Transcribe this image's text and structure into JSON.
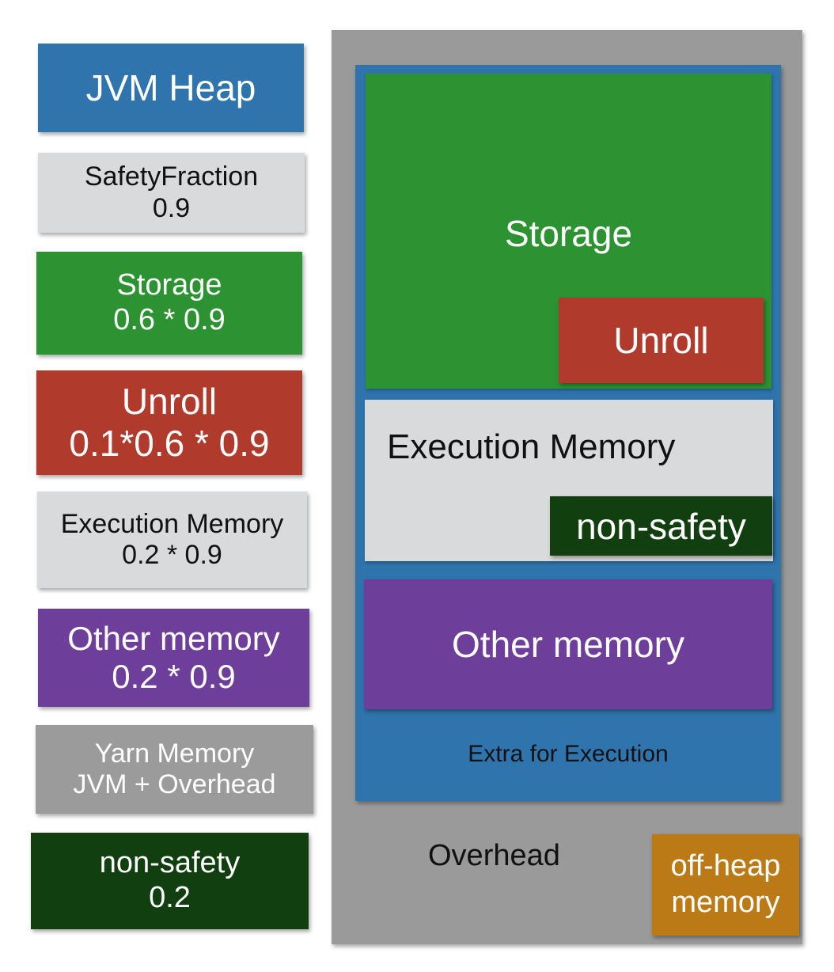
{
  "legend": {
    "jvm_heap": {
      "line1": "JVM Heap",
      "color": "#2f74ad"
    },
    "safety_fraction": {
      "line1": "SafetyFraction",
      "line2": "0.9",
      "color": "#d9dadc"
    },
    "storage": {
      "line1": "Storage",
      "line2": "0.6 * 0.9",
      "color": "#2d9332"
    },
    "unroll": {
      "line1": "Unroll",
      "line2": "0.1*0.6 * 0.9",
      "color": "#b03a2c"
    },
    "execution_memory": {
      "line1": "Execution Memory",
      "line2": "0.2 * 0.9",
      "color": "#d9dadc"
    },
    "other_memory": {
      "line1": "Other memory",
      "line2": "0.2 * 0.9",
      "color": "#6e3e9b"
    },
    "yarn_memory": {
      "line1": "Yarn Memory",
      "line2": "JVM + Overhead",
      "color": "#9a9b9a"
    },
    "non_safety": {
      "line1": "non-safety",
      "line2": "0.2",
      "color": "#123f10"
    }
  },
  "diagram": {
    "storage": "Storage",
    "unroll": "Unroll",
    "execution_memory": "Execution Memory",
    "non_safety": "non-safety",
    "other_memory": "Other memory",
    "extra_for_execution": "Extra for Execution",
    "overhead": "Overhead",
    "off_heap_line1": "off-heap",
    "off_heap_line2": "memory",
    "off_heap_color": "#bb7a15"
  }
}
